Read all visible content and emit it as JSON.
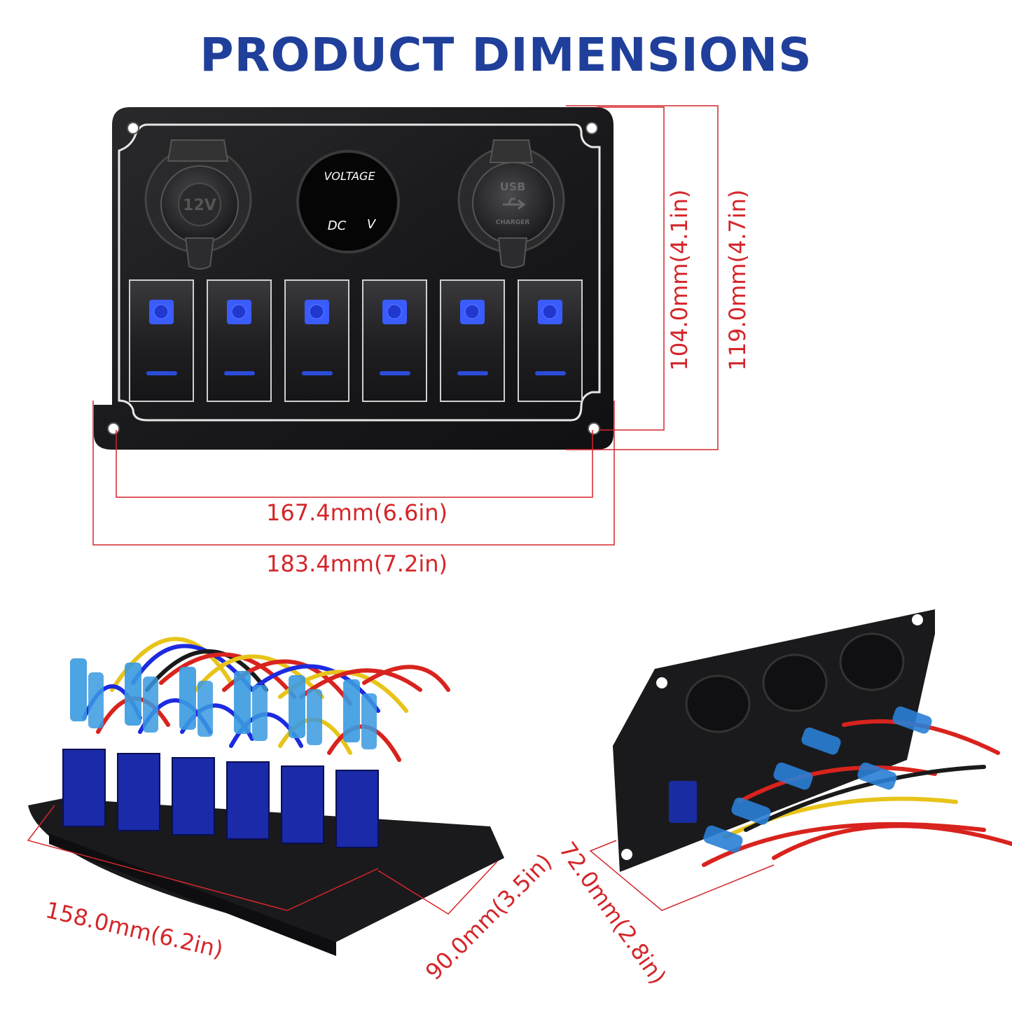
{
  "title": "PRODUCT DIMENSIONS",
  "colors": {
    "title": "#1f3f9a",
    "dimension_line": "#d4262a",
    "panel": "#1c1c1e",
    "led_blue": "#3a5cff"
  },
  "panel": {
    "socket_12v_label": "12V",
    "voltmeter": {
      "title": "VOLTAGE",
      "dc": "DC",
      "v": "V"
    },
    "usb_label": "USB",
    "usb_sub": "CHARGER",
    "switch_count": 6
  },
  "dimensions": {
    "hole_width": "167.4mm(6.6in)",
    "total_width": "183.4mm(7.2in)",
    "hole_height": "104.0mm(4.1in)",
    "total_height": "119.0mm(4.7in)",
    "switch_row_length": "158.0mm(6.2in)",
    "switch_depth": "90.0mm(3.5in)",
    "side_depth": "72.0mm(2.8in)"
  },
  "icons": [
    "mount-hole-icon",
    "cigarette-socket-icon",
    "usb-icon",
    "led-lamp-icon"
  ]
}
